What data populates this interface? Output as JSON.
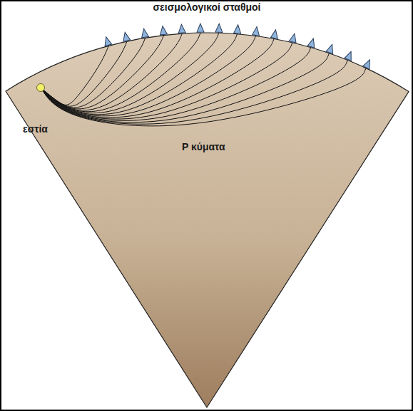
{
  "diagram": {
    "labels": [
      "σεισμολογικοί σταθμοί",
      "εστία",
      "P κύματα"
    ]
  }
}
